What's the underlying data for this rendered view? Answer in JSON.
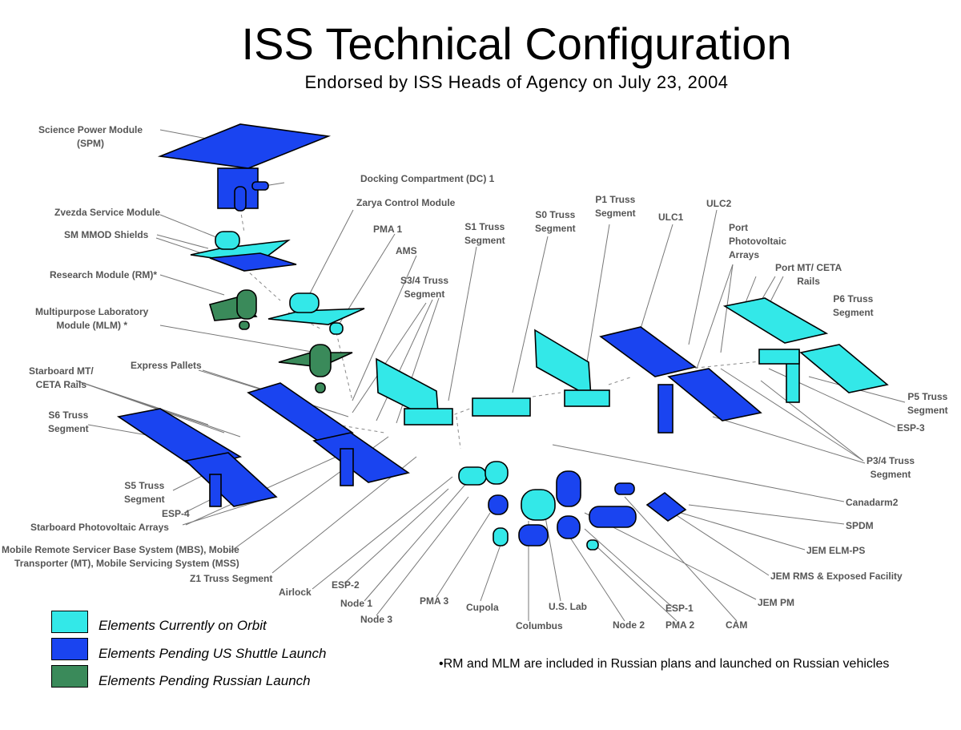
{
  "title": "ISS Technical Configuration",
  "subtitle": "Endorsed by ISS Heads of Agency on July 23, 2004",
  "colors": {
    "on_orbit": "#33e8e8",
    "pending_us": "#1a44f0",
    "pending_russian": "#3a8a5a"
  },
  "labels": {
    "spm": "Science Power Module\n(SPM)",
    "dc1": "Docking Compartment (DC) 1",
    "zarya": "Zarya Control Module",
    "zvezda": "Zvezda Service Module",
    "sm_mmod": "SM MMOD Shields",
    "pma1": "PMA 1",
    "ams": "AMS",
    "s1": "S1 Truss\nSegment",
    "s0": "S0 Truss\nSegment",
    "p1": "P1 Truss\nSegment",
    "ulc1": "ULC1",
    "ulc2": "ULC2",
    "port_pv": "Port\nPhotovoltaic\nArrays",
    "port_mt": "Port MT/ CETA\nRails",
    "rm": "Research Module (RM)*",
    "s34": "S3/4 Truss\nSegment",
    "mlm": "Multipurpose Laboratory\nModule (MLM) *",
    "p6": "P6 Truss\nSegment",
    "express": "Express Pallets",
    "stbd_mt": "Starboard MT/\nCETA Rails",
    "s6": "S6 Truss\nSegment",
    "p5": "P5 Truss\nSegment",
    "esp3": "ESP-3",
    "p34": "P3/4 Truss\nSegment",
    "s5": "S5 Truss\nSegment",
    "esp4": "ESP-4",
    "canadarm2": "Canadarm2",
    "stbd_pv": "Starboard Photovoltaic Arrays",
    "spdm": "SPDM",
    "mbs": "Mobile Remote Servicer Base System (MBS), Mobile\nTransporter (MT), Mobile Servicing System (MSS)",
    "jem_elm": "JEM ELM-PS",
    "z1": "Z1 Truss Segment",
    "jem_rms": "JEM RMS & Exposed Facility",
    "airlock": "Airlock",
    "esp2": "ESP-2",
    "jem_pm": "JEM PM",
    "node1": "Node 1",
    "pma3": "PMA 3",
    "cupola": "Cupola",
    "uslab": "U.S. Lab",
    "esp1": "ESP-1",
    "node3": "Node 3",
    "columbus": "Columbus",
    "node2": "Node 2",
    "pma2": "PMA 2",
    "cam": "CAM"
  },
  "legend": [
    {
      "label": "Elements Currently on Orbit",
      "color": "#33e8e8"
    },
    {
      "label": "Elements Pending US Shuttle Launch",
      "color": "#1a44f0"
    },
    {
      "label": "Elements Pending Russian Launch",
      "color": "#3a8a5a"
    }
  ],
  "note": "•RM and MLM are included in Russian plans and launched on Russian vehicles"
}
